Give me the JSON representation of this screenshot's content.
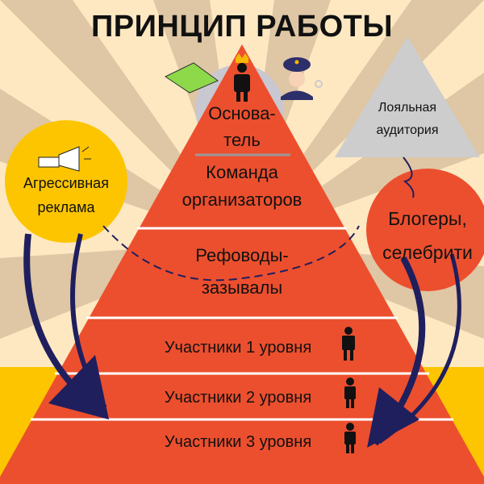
{
  "title": "ПРИНЦИП РАБОТЫ",
  "pyramid": {
    "founder": [
      "Основа-",
      "тель"
    ],
    "team": [
      "Команда",
      "организаторов"
    ],
    "referrers": [
      "Рефоводы-",
      "зазывалы"
    ],
    "level1": "Участники 1 уровня",
    "level2": "Участники 2 уровня",
    "level3": "Участники 3 уровня"
  },
  "side": {
    "ads": [
      "Агрессивная",
      "реклама"
    ],
    "audience": [
      "Лояльная",
      "аудитория"
    ],
    "bloggers": [
      "Блогеры,",
      "селебрити"
    ]
  },
  "colors": {
    "pyramid": "#ec4f2e",
    "yellow": "#fcc500",
    "background": "#fde8c2",
    "rays": "#dfc6a4",
    "arrow": "#1f1f5e"
  }
}
